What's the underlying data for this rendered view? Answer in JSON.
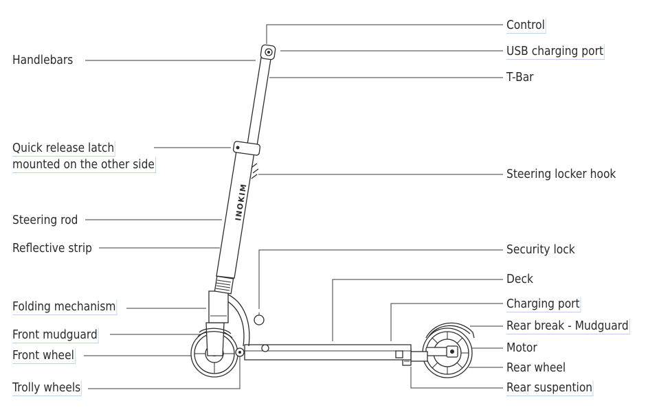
{
  "labels": {
    "control": "Control",
    "usb_port": "USB charging port",
    "t_bar": "T-Bar",
    "steering_locker_hook": "Steering locker hook",
    "security_lock": "Security lock",
    "deck": "Deck",
    "charging_port": "Charging port",
    "rear_brake_mudguard": "Rear break - Mudguard",
    "motor": "Motor",
    "rear_wheel": "Rear wheel",
    "rear_suspension": "Rear suspention",
    "handlebars": "Handlebars",
    "quick_release_line1": "Quick release latch",
    "quick_release_line2": "mounted on the other side",
    "steering_rod": "Steering rod",
    "reflective_strip": "Reflective strip",
    "folding_mechanism": "Folding mechanism",
    "front_mudguard": "Front mudguard",
    "front_wheel": "Front wheel",
    "trolly_wheels": "Trolly wheels"
  },
  "brand": "INOKIM"
}
